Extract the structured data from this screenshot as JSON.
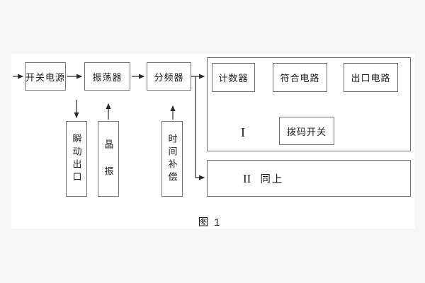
{
  "figure": {
    "caption": "图 1",
    "colors": {
      "page_background": "#f8f7f8",
      "panel_background": "#ffffff",
      "box_border": "#757575",
      "line_color": "#2b2b2b",
      "text_color": "#1c1c1c"
    },
    "flow": {
      "power": "开关电源",
      "oscillator": "振荡器",
      "divider": "分频器"
    },
    "support": {
      "instant_outlet": "瞬动出口",
      "crystal": "晶 振",
      "time_compensation": "时间补偿"
    },
    "module1": {
      "numeral": "I",
      "counter": "计数器",
      "coincidence": "符合电路",
      "outlet": "出口电路",
      "dip_switch": "拨码开关"
    },
    "module2": {
      "numeral": "II",
      "note": "同上"
    }
  }
}
